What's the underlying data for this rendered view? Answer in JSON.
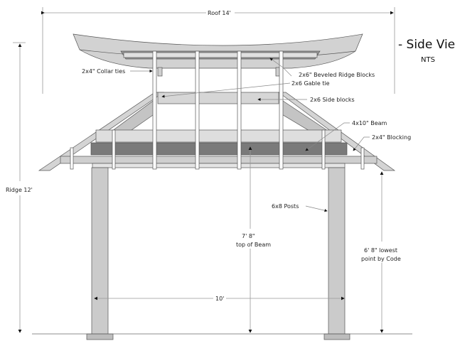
{
  "title": "- Side View",
  "subtitle": "NTS",
  "dimensions": {
    "roof": "Roof 14'",
    "ridge": "Ridge 12'",
    "beam_top_1": "7' 8\"",
    "beam_top_2": "top of Beam",
    "lowest_1": "6' 8\" lowest",
    "lowest_2": "point by Code",
    "span": "10'"
  },
  "labels": {
    "collar_ties": "2x4\" Collar ties",
    "ridge_blocks": "2x6\" Beveled Ridge Blocks",
    "gable_tie": "2x6 Gable tie",
    "side_blocks": "2x6 Side blocks",
    "beam": "4x10\" Beam",
    "blocking": "2x4\" Blocking",
    "posts": "6x8 Posts"
  },
  "colors": {
    "light": "#d9d9d9",
    "mid": "#c8c8c8",
    "dark": "#7a7a7a"
  }
}
